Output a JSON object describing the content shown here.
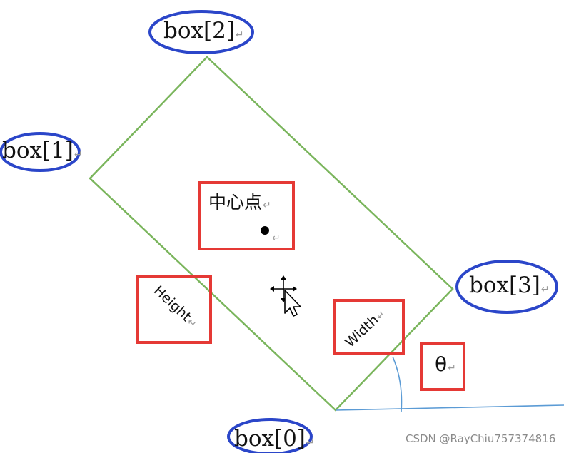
{
  "labels": {
    "box0": "box[0]",
    "box1": "box[1]",
    "box2": "box[2]",
    "box3": "box[3]",
    "center": "中心点",
    "height": "Height",
    "width": "Width",
    "theta": "θ",
    "return_mark": "↵"
  },
  "watermark": "CSDN @RayChiu757374816",
  "colors": {
    "rectangle_outline": "#7ab55c",
    "highlight_box": "#e53935",
    "corner_ellipse": "#2b46c9",
    "angle_lines": "#5b9bd5",
    "text": "#111111"
  },
  "icons": [
    "move-cursor-icon"
  ]
}
